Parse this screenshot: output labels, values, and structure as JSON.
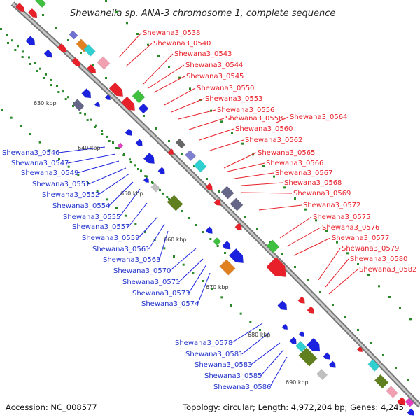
{
  "title": "Shewanella sp. ANA-3 chromosome 1, complete sequence",
  "accession": "Accession: NC_008577",
  "topology": "Topology: circular; Length: 4,972,204 bp; Genes: 4,245",
  "ticks": [
    {
      "label": "630 kbp"
    },
    {
      "label": "640 kbp"
    },
    {
      "label": "650 kbp"
    },
    {
      "label": "660 kbp"
    },
    {
      "label": "670 kbp"
    },
    {
      "label": "680 kbp"
    },
    {
      "label": "690 kbp"
    }
  ],
  "genes_forward": [
    "Shewana3_0538",
    "Shewana3_0540",
    "Shewana3_0543",
    "Shewana3_0544",
    "Shewana3_0545",
    "Shewana3_0550",
    "Shewana3_0553",
    "Shewana3_0556",
    "Shewana3_0558",
    "Shewana3_0564",
    "Shewana3_0560",
    "Shewana3_0562",
    "Shewana3_0565",
    "Shewana3_0566",
    "Shewana3_0567",
    "Shewana3_0568",
    "Shewana3_0569",
    "Shewana3_0572",
    "Shewana3_0575",
    "Shewana3_0576",
    "Shewana3_0577",
    "Shewana3_0579",
    "Shewana3_0580",
    "Shewana3_0582"
  ],
  "genes_reverse": [
    "Shewana3_0546",
    "Shewana3_0547",
    "Shewana3_0549",
    "Shewana3_0551",
    "Shewana3_0552",
    "Shewana3_0554",
    "Shewana3_0555",
    "Shewana3_0557",
    "Shewana3_0559",
    "Shewana3_0561",
    "Shewana3_0563",
    "Shewana3_0570",
    "Shewana3_0571",
    "Shewana3_0573",
    "Shewana3_0574",
    "Shewana3_0578",
    "Shewana3_0581",
    "Shewana3_0583",
    "Shewana3_0585",
    "Shewana3_0586"
  ],
  "colors": {
    "forward": "#e8202a",
    "reverse": "#1a22e0",
    "backbone": "#9a9a9a",
    "tick_dots": "#2a8a2a"
  }
}
